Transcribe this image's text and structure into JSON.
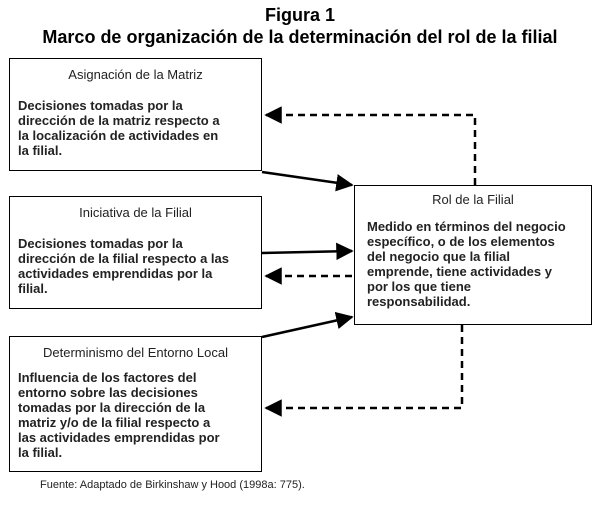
{
  "figure": {
    "label": "Figura 1",
    "title": "Marco de organización de la determinación del rol de la filial"
  },
  "boxes": {
    "matriz": {
      "heading": "Asignación de la Matriz",
      "text": "Decisiones tomadas por la\ndirección de la matriz respecto a\nla localización de actividades en\nla filial."
    },
    "iniciativa": {
      "heading": "Iniciativa de la Filial",
      "text": "Decisiones tomadas por la\ndirección de la filial respecto a las\nactividades emprendidas por la\nfilial."
    },
    "entorno": {
      "heading": "Determinismo del Entorno Local",
      "text": "Influencia de los factores del\nentorno sobre las decisiones\ntomadas por la dirección de la\nmatriz y/o de la filial respecto a\nlas actividades emprendidas por\nla filial."
    },
    "rol": {
      "heading": "Rol de la Filial",
      "text": "Medido en términos del negocio\nespecífico, o de los elementos\ndel negocio que la filial\nemprende, tiene actividades y\npor los que tiene\nresponsabilidad."
    }
  },
  "source": "Fuente: Adaptado de Birkinshaw y Hood (1998a: 775)."
}
